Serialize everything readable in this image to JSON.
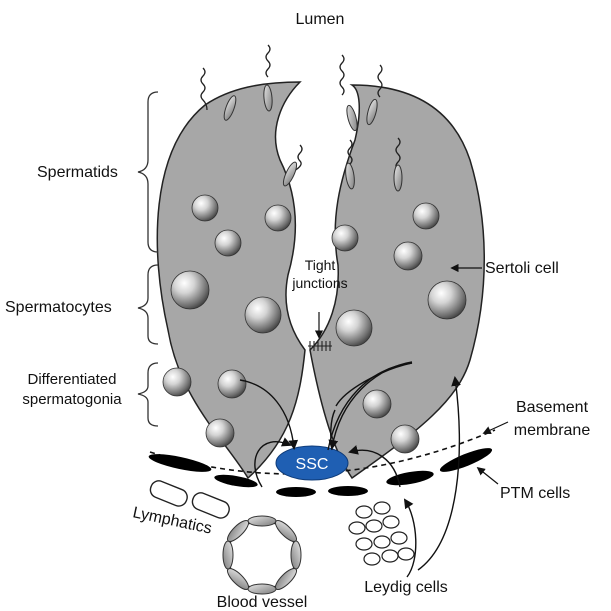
{
  "labels": {
    "lumen": "Lumen",
    "spermatids": "Spermatids",
    "spermatocytes": "Spermatocytes",
    "diff_line1": "Differentiated",
    "diff_line2": "spermatogonia",
    "tight_line1": "Tight",
    "tight_line2": "junctions",
    "sertoli": "Sertoli cell",
    "basement_line1": "Basement",
    "basement_line2": "membrane",
    "ptm": "PTM cells",
    "ssc": "SSC",
    "lymphatics": "Lymphatics",
    "leydig": "Leydig cells",
    "blood_vessel": "Blood vessel"
  },
  "colors": {
    "sertoli_fill": "#a7a7a7",
    "ssc_fill": "#1f5fb3",
    "ptm_fill": "#000000",
    "line": "#222222"
  }
}
